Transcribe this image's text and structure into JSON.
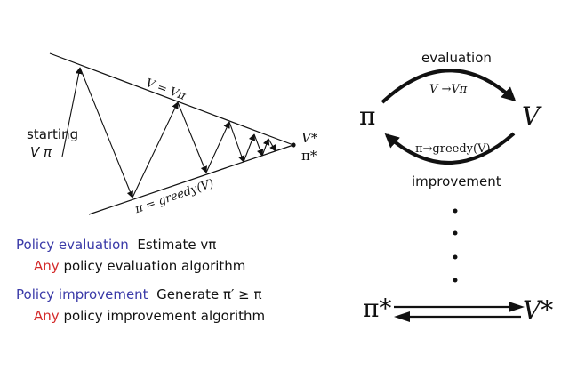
{
  "left_diagram": {
    "label_start_1": "starting",
    "label_start_2": "V  π",
    "label_v_eq": "V = Vπ",
    "label_pi_eq": "π = greedy(V)",
    "label_vstar": "V*",
    "label_pistar": "π*"
  },
  "right_diagram": {
    "label_pi": "π",
    "label_v": "V",
    "label_evaluation": "evaluation",
    "label_v_to": "V →Vπ",
    "label_pi_greedy": "π→greedy(V)",
    "label_improvement": "improvement",
    "label_pistar": "π*",
    "label_vstar": "V*"
  },
  "notes": {
    "eval_head": "Policy evaluation",
    "eval_desc": "Estimate vπ",
    "eval_any": "Any",
    "eval_rest": "policy evaluation algorithm",
    "impr_head": "Policy improvement",
    "impr_desc": "Generate π′ ≥ π",
    "impr_any": "Any",
    "impr_rest": "policy improvement algorithm"
  },
  "colors": {
    "heading": "#3a3aa8",
    "any": "#d42a2a",
    "ink": "#111111"
  }
}
